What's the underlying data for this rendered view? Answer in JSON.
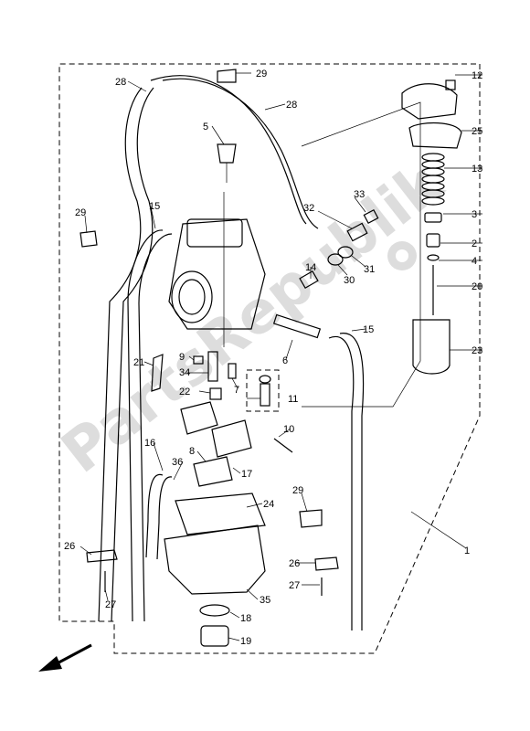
{
  "watermark": {
    "text": "PartsRepublik"
  },
  "callouts": [
    {
      "id": "c1",
      "text": "1"
    },
    {
      "id": "c2",
      "text": "2"
    },
    {
      "id": "c3",
      "text": "3"
    },
    {
      "id": "c4",
      "text": "4"
    },
    {
      "id": "c5",
      "text": "5"
    },
    {
      "id": "c6",
      "text": "6"
    },
    {
      "id": "c7",
      "text": "7"
    },
    {
      "id": "c8",
      "text": "8"
    },
    {
      "id": "c9",
      "text": "9"
    },
    {
      "id": "c10",
      "text": "10"
    },
    {
      "id": "c11",
      "text": "11"
    },
    {
      "id": "c12",
      "text": "12"
    },
    {
      "id": "c13",
      "text": "13"
    },
    {
      "id": "c14",
      "text": "14"
    },
    {
      "id": "c15a",
      "text": "15"
    },
    {
      "id": "c15b",
      "text": "15"
    },
    {
      "id": "c16",
      "text": "16"
    },
    {
      "id": "c17",
      "text": "17"
    },
    {
      "id": "c18",
      "text": "18"
    },
    {
      "id": "c19",
      "text": "19"
    },
    {
      "id": "c20",
      "text": "20"
    },
    {
      "id": "c21",
      "text": "21"
    },
    {
      "id": "c22",
      "text": "22"
    },
    {
      "id": "c23",
      "text": "23"
    },
    {
      "id": "c24",
      "text": "24"
    },
    {
      "id": "c25",
      "text": "25"
    },
    {
      "id": "c26a",
      "text": "26"
    },
    {
      "id": "c26b",
      "text": "26"
    },
    {
      "id": "c27a",
      "text": "27"
    },
    {
      "id": "c27b",
      "text": "27"
    },
    {
      "id": "c28a",
      "text": "28"
    },
    {
      "id": "c28b",
      "text": "28"
    },
    {
      "id": "c29a",
      "text": "29"
    },
    {
      "id": "c29b",
      "text": "29"
    },
    {
      "id": "c29c",
      "text": "29"
    },
    {
      "id": "c30",
      "text": "30"
    },
    {
      "id": "c31",
      "text": "31"
    },
    {
      "id": "c32",
      "text": "32"
    },
    {
      "id": "c33",
      "text": "33"
    },
    {
      "id": "c34",
      "text": "34"
    },
    {
      "id": "c35",
      "text": "35"
    },
    {
      "id": "c36",
      "text": "36"
    }
  ],
  "colors": {
    "line": "#000000",
    "watermark": "#d8d8d8",
    "background": "#ffffff"
  },
  "icons": {
    "direction_arrow": "front-direction-arrow-icon",
    "gear_logo": "gear-icon"
  }
}
